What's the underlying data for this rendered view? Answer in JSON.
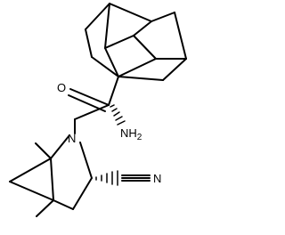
{
  "molecule": {
    "atoms": {
      "oxygen": "O",
      "nitrogen": "N",
      "amine": "NH",
      "amine_subscript": "2",
      "nitrile": "N"
    },
    "colors": {
      "bond": "#000000",
      "label": "#000000",
      "background": "#ffffff"
    }
  }
}
